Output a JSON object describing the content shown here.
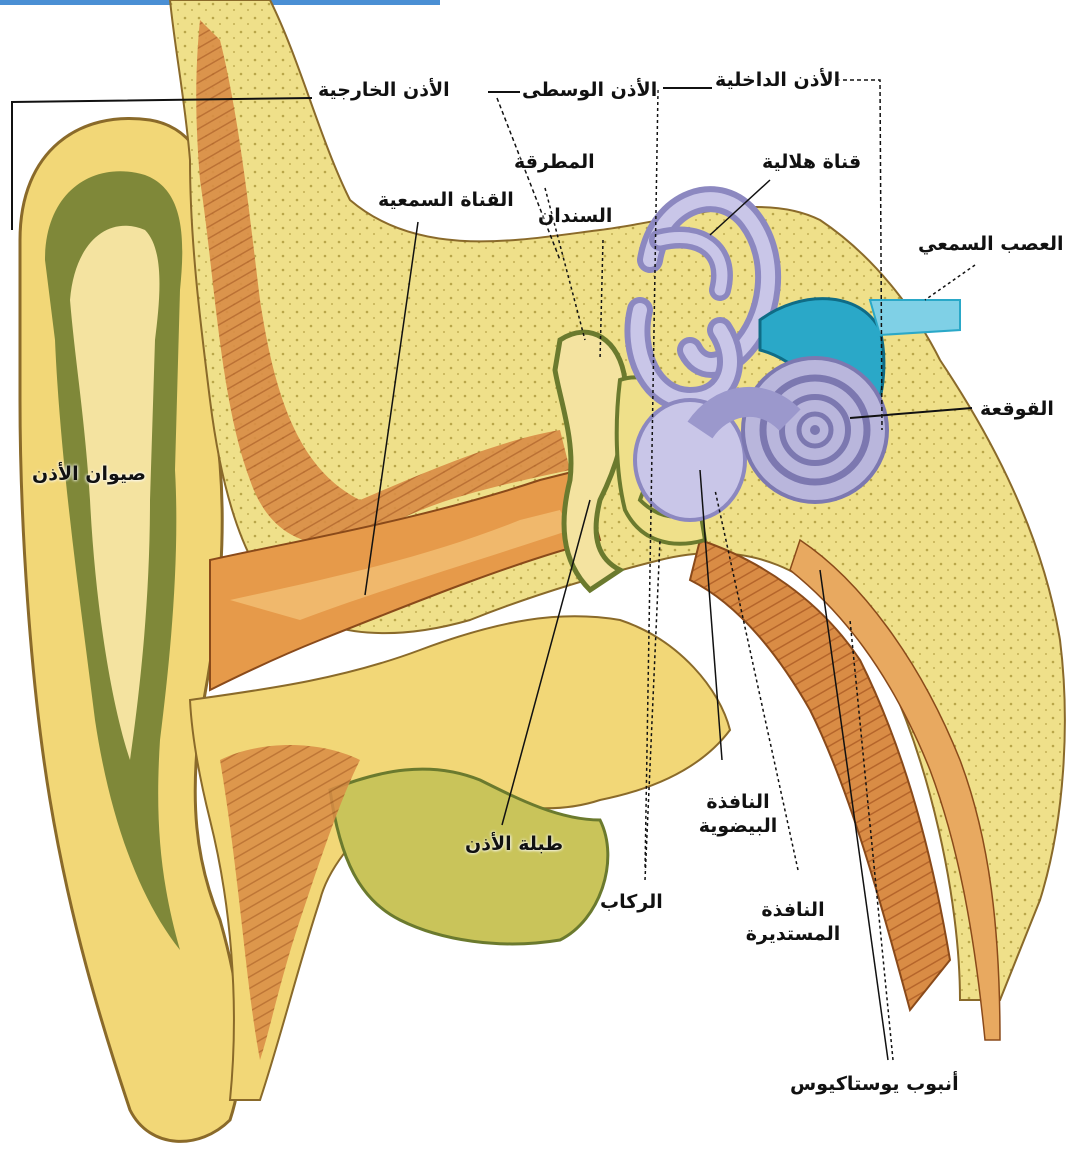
{
  "labels": {
    "outer_ear": "الأذن الخارجية",
    "middle_ear": "الأذن الوسطى",
    "inner_ear": "الأذن الداخلية",
    "hammer": "المطرقة",
    "ear_canal": "القناة السمعية",
    "anvil": "السندان",
    "semicircular_canal": "قناة هلالية",
    "auditory_nerve": "العصب السمعي",
    "cochlea": "القوقعة",
    "pinna": "صيوان الأذن",
    "eardrum": "طبلة الأذن",
    "stirrup": "الركاب",
    "oval_window_1": "النافذة",
    "oval_window_2": "البيضوية",
    "round_window_1": "النافذة",
    "round_window_2": "المستديرة",
    "eustachian_tube": "أنبوب يوستاكيوس"
  },
  "colors": {
    "bone": "#efe08a",
    "skin": "#f2d777",
    "cartilage_dark": "#6b7a2e",
    "canal": "#e69a4a",
    "muscle": "#c77a3a",
    "labyrinth": "#b9b6dc",
    "nerve": "#2aa8c8",
    "line": "#111111",
    "accent_bar": "#4a8fd4"
  }
}
